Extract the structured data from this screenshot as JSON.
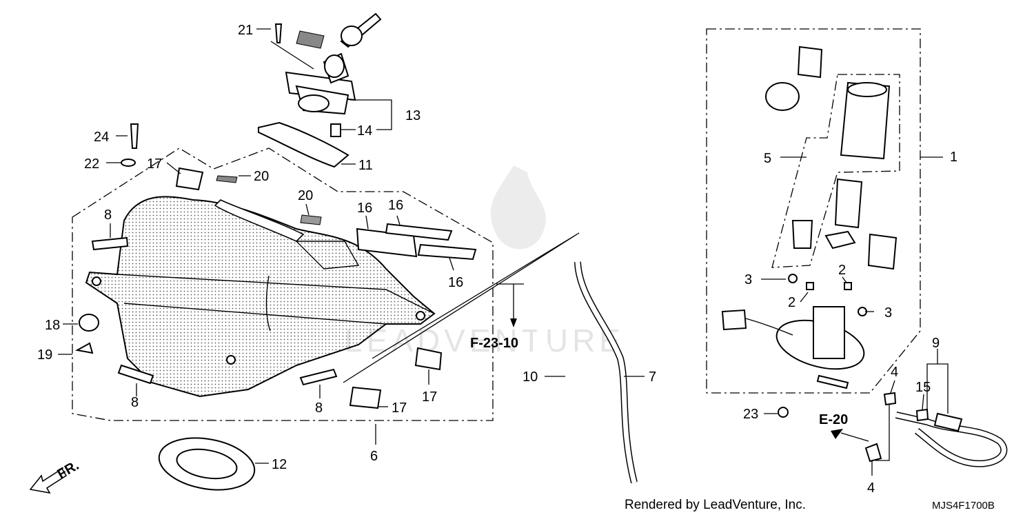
{
  "diagram": {
    "watermark": "LEADVENTURE",
    "credit": "Rendered by LeadVenture, Inc.",
    "code": "MJS4F1700B",
    "front_label": "FR.",
    "refs": {
      "f2310": "F-23-10",
      "e20": "E-20"
    },
    "callouts": {
      "c1": "1",
      "c2a": "2",
      "c2b": "2",
      "c3a": "3",
      "c3b": "3",
      "c4a": "4",
      "c4b": "4",
      "c5": "5",
      "c6": "6",
      "c7": "7",
      "c8a": "8",
      "c8b": "8",
      "c8c": "8",
      "c9": "9",
      "c10": "10",
      "c11": "11",
      "c12": "12",
      "c13": "13",
      "c14": "14",
      "c15": "15",
      "c16a": "16",
      "c16b": "16",
      "c16c": "16",
      "c17a": "17",
      "c17b": "17",
      "c17c": "17",
      "c18": "18",
      "c19": "19",
      "c20a": "20",
      "c20b": "20",
      "c21": "21",
      "c22": "22",
      "c23": "23",
      "c24": "24"
    }
  }
}
